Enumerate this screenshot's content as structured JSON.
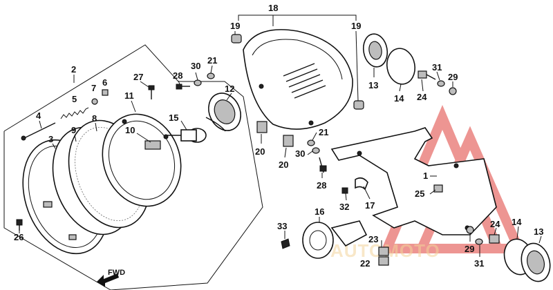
{
  "diagram": {
    "direction_label": "FWD",
    "watermark_text": "AUTOMOTO",
    "watermark_color": "#e0403a",
    "callouts": [
      {
        "id": "c18",
        "text": "18"
      },
      {
        "id": "c19a",
        "text": "19"
      },
      {
        "id": "c19b",
        "text": "19"
      },
      {
        "id": "c2",
        "text": "2"
      },
      {
        "id": "c28a",
        "text": "28"
      },
      {
        "id": "c30a",
        "text": "30"
      },
      {
        "id": "c21a",
        "text": "21"
      },
      {
        "id": "c27",
        "text": "27"
      },
      {
        "id": "c7",
        "text": "7"
      },
      {
        "id": "c6",
        "text": "6"
      },
      {
        "id": "c5",
        "text": "5"
      },
      {
        "id": "c11",
        "text": "11"
      },
      {
        "id": "c12",
        "text": "12"
      },
      {
        "id": "c13a",
        "text": "13"
      },
      {
        "id": "c14a",
        "text": "14"
      },
      {
        "id": "c31a",
        "text": "31"
      },
      {
        "id": "c29a",
        "text": "29"
      },
      {
        "id": "c24a",
        "text": "24"
      },
      {
        "id": "c4",
        "text": "4"
      },
      {
        "id": "c8",
        "text": "8"
      },
      {
        "id": "c9",
        "text": "9"
      },
      {
        "id": "c3",
        "text": "3"
      },
      {
        "id": "c10",
        "text": "10"
      },
      {
        "id": "c15",
        "text": "15"
      },
      {
        "id": "c20a",
        "text": "20"
      },
      {
        "id": "c20b",
        "text": "20"
      },
      {
        "id": "c21b",
        "text": "21"
      },
      {
        "id": "c30b",
        "text": "30"
      },
      {
        "id": "c28b",
        "text": "28"
      },
      {
        "id": "c1",
        "text": "1"
      },
      {
        "id": "c25",
        "text": "25"
      },
      {
        "id": "c32",
        "text": "32"
      },
      {
        "id": "c17",
        "text": "17"
      },
      {
        "id": "c26",
        "text": "26"
      },
      {
        "id": "c16",
        "text": "16"
      },
      {
        "id": "c33",
        "text": "33"
      },
      {
        "id": "c23",
        "text": "23"
      },
      {
        "id": "c22",
        "text": "22"
      },
      {
        "id": "c29b",
        "text": "29"
      },
      {
        "id": "c31b",
        "text": "31"
      },
      {
        "id": "c24b",
        "text": "24"
      },
      {
        "id": "c14b",
        "text": "14"
      },
      {
        "id": "c13b",
        "text": "13"
      }
    ]
  }
}
